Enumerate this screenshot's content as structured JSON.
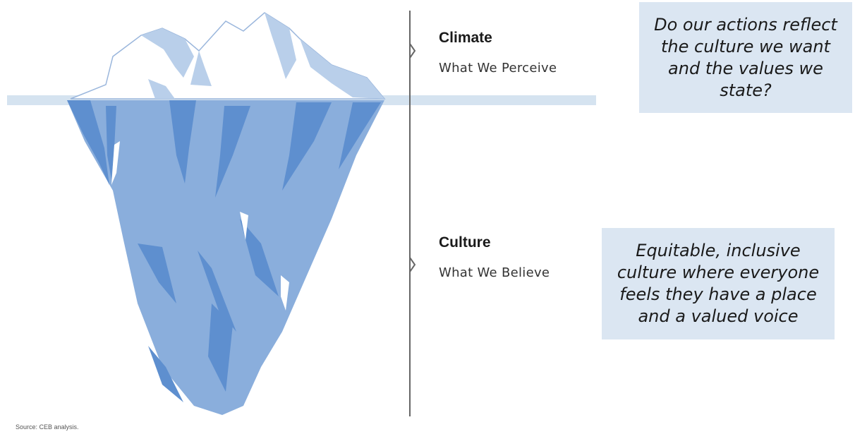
{
  "diagram": {
    "sections": [
      {
        "title": "Climate",
        "subtitle": "What We Perceive"
      },
      {
        "title": "Culture",
        "subtitle": "What We Believe"
      }
    ],
    "callouts": [
      {
        "text": "Do our actions reflect the culture we want and the values we state?"
      },
      {
        "text": "Equitable, inclusive culture where everyone feels they have a place and a valued voice"
      }
    ],
    "source": "Source: CEB analysis."
  },
  "colors": {
    "water_line": "#d5e3f0",
    "ice_top": "#ffffff",
    "ice_top_shadow": "#b9cfea",
    "ice_top_outline": "#9ab6dc",
    "iceberg_body": "#8aaedc",
    "iceberg_dark": "#5e8fcf",
    "divider": "#666666",
    "callout_bg": "#dbe6f2"
  }
}
